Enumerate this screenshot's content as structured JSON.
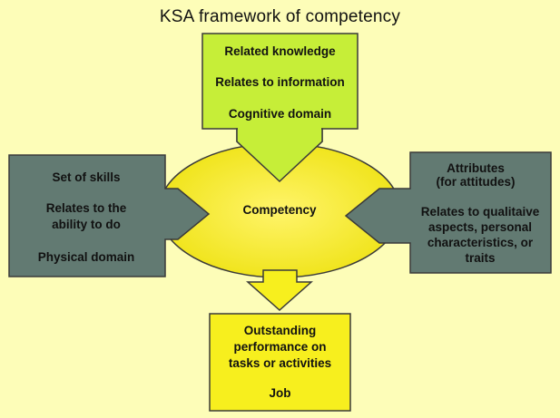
{
  "title": "KSA framework of competency",
  "knowledge": {
    "line1": "Related knowledge",
    "line2": "Relates to information",
    "line3": "Cognitive domain"
  },
  "skills": {
    "line1": "Set of skills",
    "line2a": "Relates to the",
    "line2b": "ability to do",
    "line3": "Physical domain"
  },
  "attitudes": {
    "line1a": "Attributes",
    "line1b": "(for attitudes)",
    "line2a": "Relates to qualitaive",
    "line2b": "aspects, personal",
    "line2c": "characteristics, or",
    "line2d": "traits"
  },
  "center": {
    "label": "Competency"
  },
  "outcome": {
    "line1": "Outstanding",
    "line2": "performance on",
    "line3": "tasks or activities",
    "line4": "Job"
  },
  "colors": {
    "background": "#fdfdb8",
    "knowledge_fill": "#c6ee38",
    "side_fill": "#627a72",
    "center_fill": "#f7ef1e",
    "outcome_fill": "#f7ef1e",
    "border": "#3a3a3a"
  }
}
